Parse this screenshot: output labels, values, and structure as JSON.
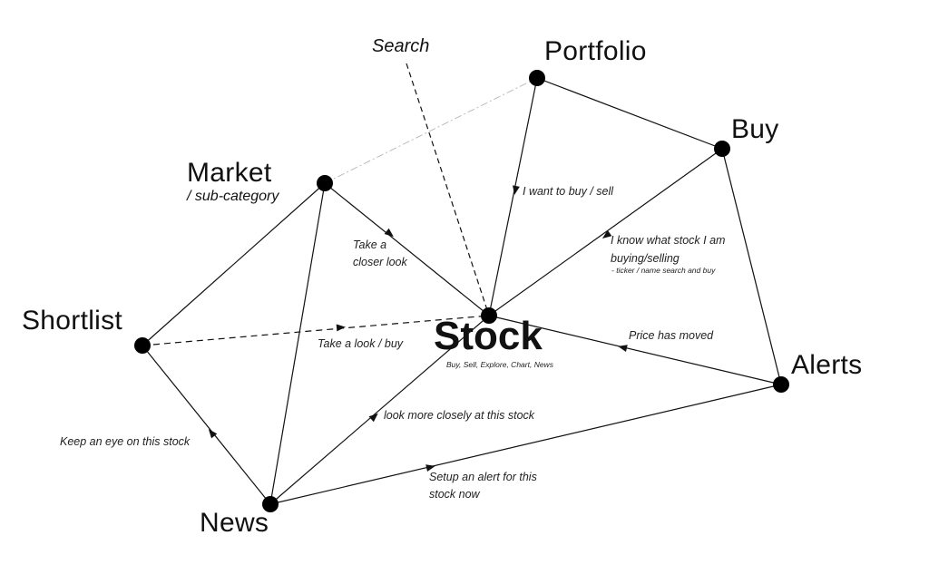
{
  "nodes": {
    "portfolio": {
      "label": "Portfolio"
    },
    "buy": {
      "label": "Buy"
    },
    "market": {
      "label": "Market",
      "sublabel": "/ sub-category"
    },
    "shortlist": {
      "label": "Shortlist"
    },
    "stock": {
      "label": "Stock",
      "sublabel": "Buy, Sell, Explore, Chart, News"
    },
    "alerts": {
      "label": "Alerts"
    },
    "news": {
      "label": "News"
    }
  },
  "search_label": "Search",
  "edge_labels": {
    "portfolio_stock": "I want to buy / sell",
    "buy_stock_line1": "I know what stock I am",
    "buy_stock_line2": "buying/selling",
    "buy_stock_note": "- ticker / name search and buy",
    "market_stock_line1": "Take a",
    "market_stock_line2": "closer look",
    "shortlist_stock": "Take a look / buy",
    "alerts_stock": "Price has moved",
    "news_stock": "look more closely at this stock",
    "news_shortlist": "Keep an eye on this stock",
    "news_alerts_line1": "Setup an alert for this",
    "news_alerts_line2": "stock now"
  }
}
